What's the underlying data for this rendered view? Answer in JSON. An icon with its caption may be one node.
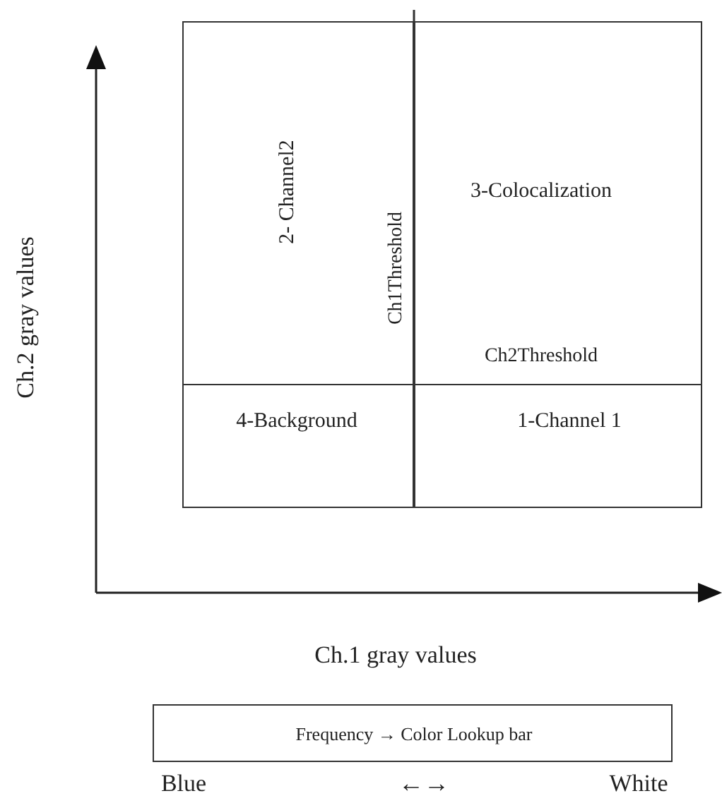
{
  "diagram": {
    "nodes": [
      {
        "text": [
          "2- Channel2"
        ]
      },
      {
        "text": [
          "3-Colocalization"
        ]
      },
      {
        "text": [
          "4-Background"
        ]
      },
      {
        "text": [
          "1-Channel 1"
        ]
      },
      {
        "text": [
          "Frequency → Color Lookup bar"
        ]
      }
    ],
    "labels": [
      "Ch.2 gray values",
      "Ch1Threshold",
      "Ch2Threshold",
      "Ch.1 gray values",
      "Blue",
      "←→",
      "White"
    ]
  }
}
